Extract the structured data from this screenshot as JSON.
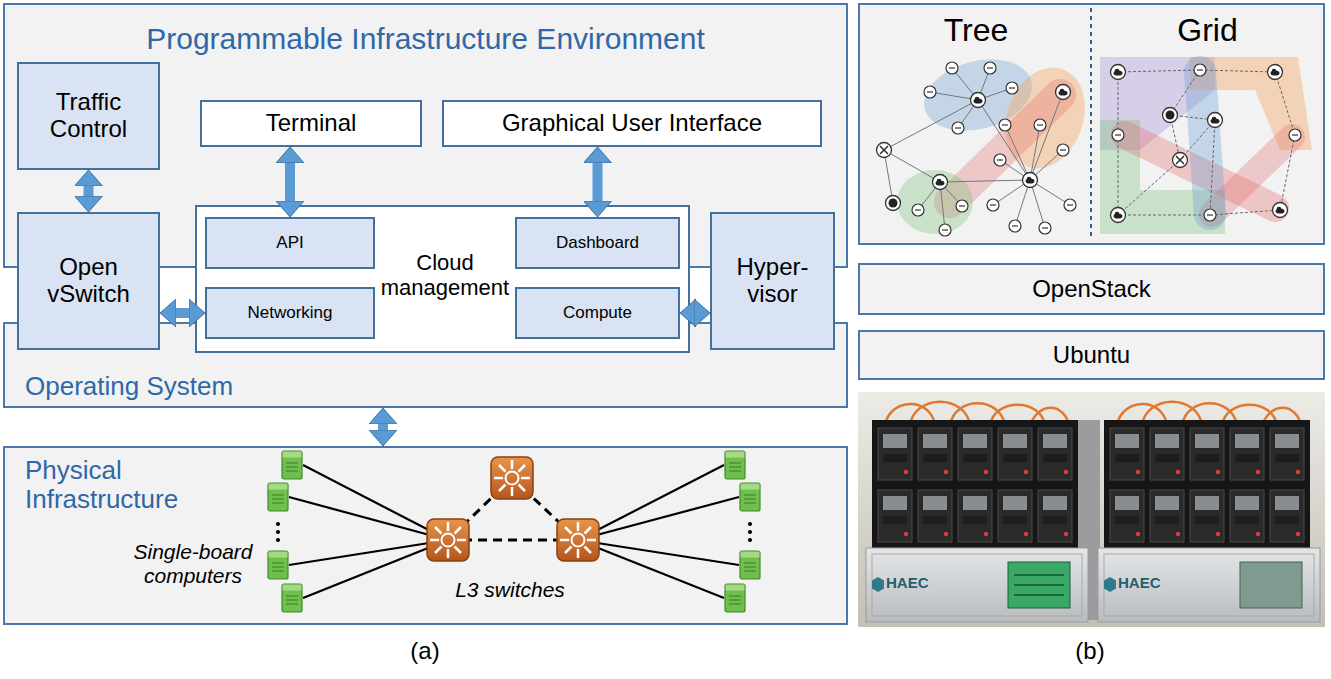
{
  "diagram": {
    "nodes": [
      {
        "text": [
          "Programmable Infrastructure Environment"
        ]
      },
      {
        "text": [
          "Traffic Control"
        ],
        "in": 0
      },
      {
        "text": [
          "Terminal"
        ],
        "in": 0
      },
      {
        "text": [
          "Graphical User Interface"
        ],
        "in": 0
      },
      {
        "text": [
          "Open vSwitch"
        ]
      },
      {
        "text": [
          "Cloud management"
        ]
      },
      {
        "text": [
          "API"
        ],
        "in": 5
      },
      {
        "text": [
          "Dashboard"
        ],
        "in": 5
      },
      {
        "text": [
          "Networking"
        ],
        "in": 5
      },
      {
        "text": [
          "Compute"
        ],
        "in": 5
      },
      {
        "text": [
          "Hyper- visor"
        ]
      },
      {
        "text": [
          "Operating System"
        ]
      },
      {
        "text": [
          "Physical Infrastructure"
        ]
      },
      {
        "text": [
          "Tree",
          "Grid"
        ]
      },
      {
        "text": [
          "OpenStack"
        ]
      },
      {
        "text": [
          "Ubuntu"
        ]
      }
    ],
    "edges": [
      {
        "from": 1,
        "to": 4,
        "arrow": "both"
      },
      {
        "from": 2,
        "to": 6,
        "arrow": "both"
      },
      {
        "from": 3,
        "to": 7,
        "arrow": "both"
      },
      {
        "from": 4,
        "to": 8,
        "arrow": "both"
      },
      {
        "from": 9,
        "to": 10,
        "arrow": "both"
      },
      {
        "from": 11,
        "to": 12,
        "arrow": "both"
      }
    ],
    "labels": [
      "Single-board computers",
      "L3 switches",
      "HAEC",
      "HAEC",
      "(a)",
      "(b)"
    ]
  }
}
